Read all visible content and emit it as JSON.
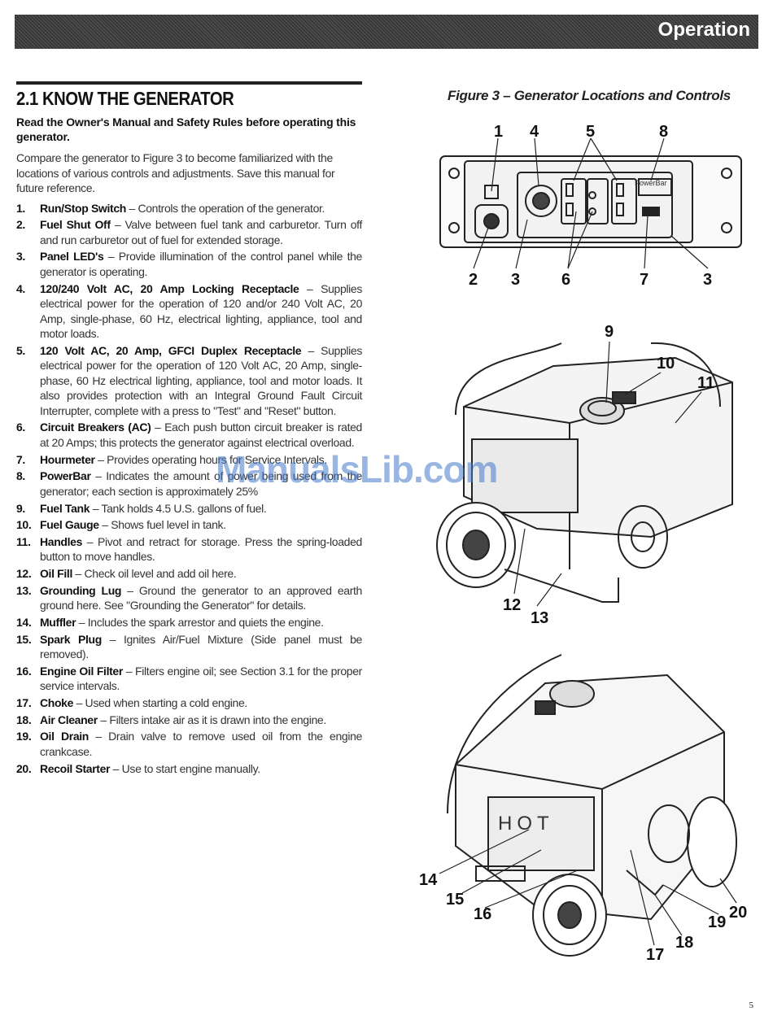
{
  "header": {
    "title": "Operation"
  },
  "section": {
    "title": "2.1  KNOW THE GENERATOR",
    "lead": "Read the Owner's Manual and Safety Rules before operating this generator.",
    "intro": "Compare the generator to Figure 3 to become familiarized with the locations of various controls and adjustments. Save this manual for future reference."
  },
  "items": [
    {
      "num": "1.",
      "term": "Run/Stop Switch",
      "desc": " – Controls the operation of the generator."
    },
    {
      "num": "2.",
      "term": "Fuel Shut Off",
      "desc": " – Valve between fuel tank and carburetor. Turn off and run carburetor out of fuel for extended storage."
    },
    {
      "num": "3.",
      "term": "Panel LED's",
      "desc": " – Provide illumination of the control panel while the generator is operating."
    },
    {
      "num": "4.",
      "term": "120/240 Volt AC, 20 Amp Locking Receptacle",
      "desc": " – Supplies electrical power for the operation of 120 and/or 240 Volt AC, 20 Amp, single-phase, 60 Hz, electrical lighting, appliance, tool and motor loads."
    },
    {
      "num": "5.",
      "term": "120 Volt AC, 20 Amp, GFCI Duplex Receptacle",
      "desc": " – Supplies electrical power for the operation of 120 Volt AC, 20 Amp, single-phase, 60 Hz electrical lighting, appliance, tool and motor loads. It also provides protection with an Integral Ground Fault Circuit Interrupter, complete with a press to \"Test\" and \"Reset\" button."
    },
    {
      "num": "6.",
      "term": "Circuit Breakers (AC)",
      "desc": " – Each push button circuit breaker is rated at 20 Amps; this protects the generator against electrical overload."
    },
    {
      "num": "7.",
      "term": "Hourmeter",
      "desc": " – Provides operating hours for Service Intervals."
    },
    {
      "num": "8.",
      "term": "PowerBar",
      "desc": " – Indicates the amount of power being used from the generator; each section is approximately 25%"
    },
    {
      "num": "9.",
      "term": "Fuel Tank",
      "desc": " – Tank holds 4.5 U.S. gallons of fuel."
    },
    {
      "num": "10.",
      "term": "Fuel Gauge",
      "desc": " – Shows fuel level in tank."
    },
    {
      "num": "11.",
      "term": "Handles",
      "desc": " – Pivot and retract for storage. Press the spring-loaded button to move handles."
    },
    {
      "num": "12.",
      "term": "Oil Fill",
      "desc": " – Check oil level and add oil here."
    },
    {
      "num": "13.",
      "term": "Grounding Lug",
      "desc": " – Ground the generator to an approved earth ground here. See \"Grounding the Generator\" for details."
    },
    {
      "num": "14.",
      "term": "Muffler",
      "desc": " – Includes the spark arrestor and quiets the engine."
    },
    {
      "num": "15.",
      "term": "Spark Plug",
      "desc": " – Ignites Air/Fuel Mixture (Side panel must be removed)."
    },
    {
      "num": "16.",
      "term": "Engine Oil Filter",
      "desc": " – Filters engine oil; see Section 3.1 for the proper service intervals."
    },
    {
      "num": "17.",
      "term": "Choke",
      "desc": " – Used when starting a cold engine."
    },
    {
      "num": "18.",
      "term": "Air Cleaner",
      "desc": " – Filters intake air as it is drawn into the engine."
    },
    {
      "num": "19.",
      "term": "Oil Drain",
      "desc": " – Drain valve to remove used oil from the engine crankcase."
    },
    {
      "num": "20.",
      "term": "Recoil Starter",
      "desc": " – Use to start engine manually."
    }
  ],
  "figure": {
    "caption": "Figure 3 – Generator Locations and Controls",
    "panel_top_labels": [
      "1",
      "4",
      "5",
      "8"
    ],
    "panel_bottom_labels": [
      "2",
      "3",
      "6",
      "7",
      "3"
    ],
    "panel_text": "PowerBar",
    "side_labels": [
      "9",
      "10",
      "11",
      "12",
      "13"
    ],
    "rear_labels": [
      "14",
      "15",
      "16",
      "17",
      "18",
      "19",
      "20"
    ],
    "hot_text": "HOT"
  },
  "watermark": "ManualsLib.com",
  "page_number": "5"
}
